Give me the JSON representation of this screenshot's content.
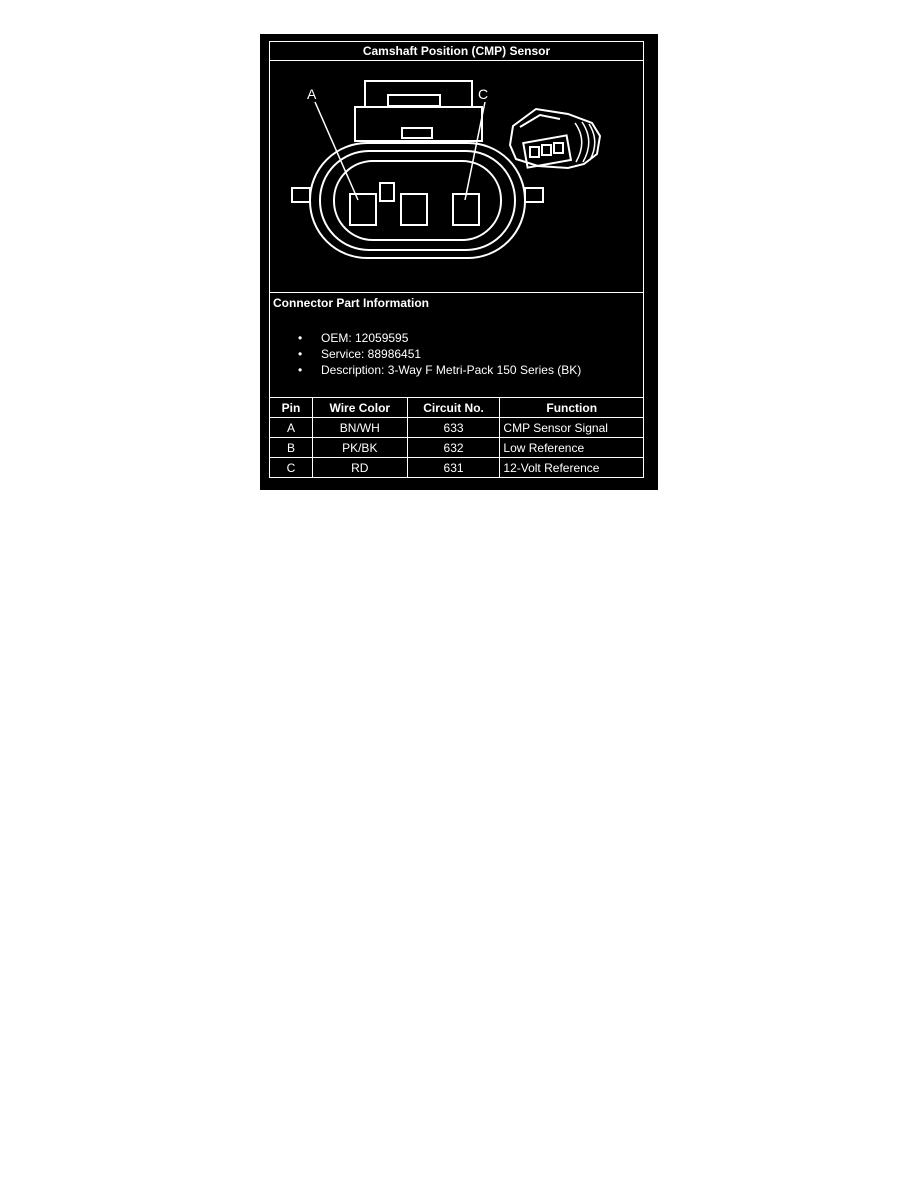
{
  "title": "Camshaft Position (CMP) Sensor",
  "diagram": {
    "pin_labels": [
      "A",
      "C"
    ]
  },
  "info": {
    "heading": "Connector Part Information",
    "items": [
      "OEM: 12059595",
      "Service: 88986451",
      "Description: 3-Way F Metri-Pack 150 Series (BK)"
    ]
  },
  "table": {
    "headers": [
      "Pin",
      "Wire Color",
      "Circuit No.",
      "Function"
    ],
    "rows": [
      [
        "A",
        "BN/WH",
        "633",
        "CMP Sensor Signal"
      ],
      [
        "B",
        "PK/BK",
        "632",
        "Low Reference"
      ],
      [
        "C",
        "RD",
        "631",
        "12-Volt Reference"
      ]
    ]
  },
  "colors": {
    "background": "#000000",
    "lines": "#ffffff"
  }
}
